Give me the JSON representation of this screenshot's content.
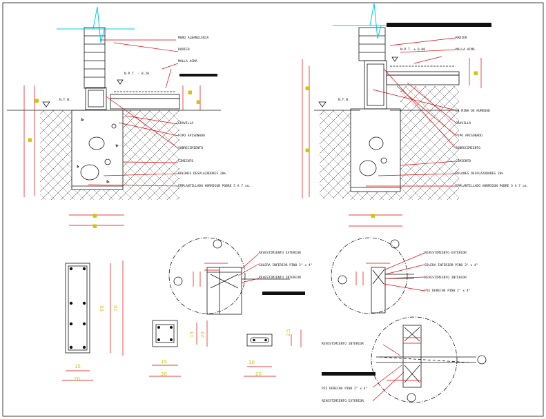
{
  "left_section": {
    "labels": {
      "muro": "MURO ALBAÑILERIA",
      "radier": "RADIER",
      "malla": "MALLA ACMA",
      "npt": "N.P.T. - 0.20",
      "ntn": "N.T.N.",
      "gravilla": "GRAVILLA",
      "piso": "PIPO APISONADO",
      "sobrecimiento": "SOBRECIMIENTO",
      "cimiento": "CIMIENTO",
      "bolones": "BOLONES DESPLAZADORES 20%",
      "emplantillado": "EMPLANTILLADO HORMIGON POBRE 5 A 7 cm."
    }
  },
  "right_section": {
    "labels": {
      "radier": "RADIER",
      "malla": "MALLA ACMA",
      "npt": "N.P.T. ± 0.00",
      "ntn": "N.T.N.",
      "lamina": "LA MINA DE HUMEDAD",
      "gravilla": "GRAVILLA",
      "piso": "PIPO APISONADO",
      "sobrecimiento": "SOBRECIMIENTO",
      "cimiento": "CIMIENTO",
      "bolones": "BOLONES DESPLAZADORES 20%",
      "emplantillado": "EMPLANTILLADO HORMIGON POBRE 5 A 7 cm."
    }
  },
  "detail_a": {
    "revestimiento_exterior": "REVESTIMIENTO EXTERIOR",
    "solera": "SOLERA INFERIOR PINO 2\" x 4\"",
    "revestimiento_interior": "REVESTIMIENTO INTERIOR"
  },
  "detail_b": {
    "revestimiento_exterior": "REVESTIMIENTO EXTERIOR",
    "solera": "SOLERA INFERIOR PINO 2\" x 4\"",
    "revestimiento_interior": "REVESTIMIENTO INTERIOR",
    "pie_derecho": "PIE DERECHO PINO 2\" x 4\""
  },
  "detail_c": {
    "revestimiento_interior": "REVESTIMIENTO INTERIOR",
    "pie_derecho": "PIE DERECHO PINO 2\" x 4\"",
    "revestimiento_exterior": "REVESTIMIENTO EXTERIOR"
  },
  "sections_small": {
    "col_w1": "15",
    "col_w2": "20",
    "col_h1": "60",
    "col_h2": "70",
    "sq_w1": "15",
    "sq_w2": "20",
    "sq_h1": "15",
    "sq_h2": "20",
    "bar_w1": "10",
    "bar_w2": "20",
    "bar_h": "2.5"
  },
  "colors": {
    "ink": "#111111",
    "dimension": "#e00000",
    "break_line": "#00c8e8",
    "dim_text": "#d4c400"
  }
}
